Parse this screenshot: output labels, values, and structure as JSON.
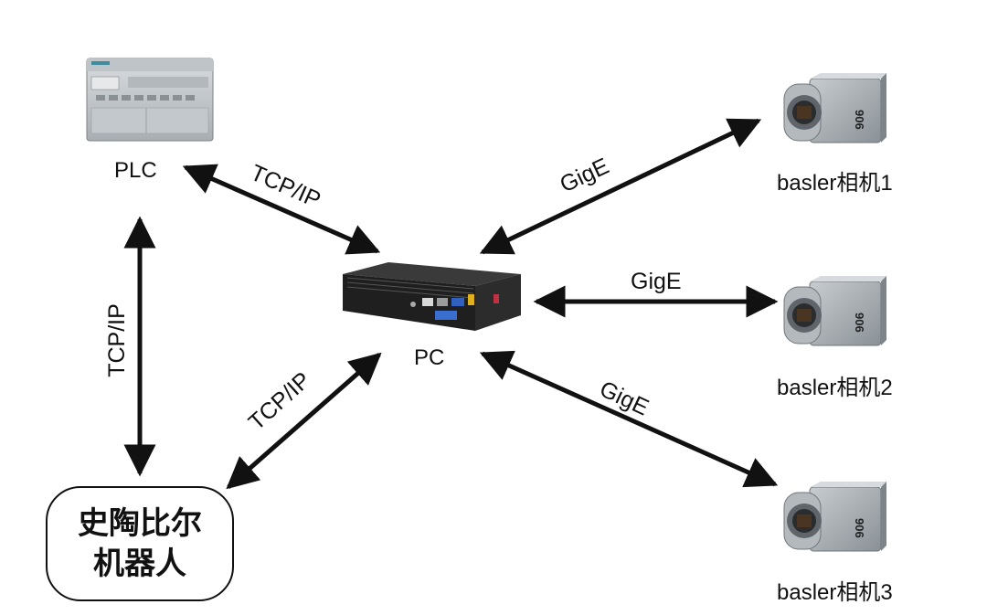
{
  "nodes": {
    "plc": {
      "label": "PLC"
    },
    "pc": {
      "label": "PC"
    },
    "camera1": {
      "label": "basler相机1"
    },
    "camera2": {
      "label": "basler相机2"
    },
    "camera3": {
      "label": "basler相机3"
    },
    "robot": {
      "line1": "史陶比尔",
      "line2": "机器人"
    }
  },
  "links": {
    "plc_pc": "TCP/IP",
    "plc_robot": "TCP/IP",
    "robot_pc": "TCP/IP",
    "pc_camera1": "GigE",
    "pc_camera2": "GigE",
    "pc_camera3": "GigE"
  },
  "icons": {
    "plc": "plc-device-icon",
    "pc": "industrial-pc-icon",
    "camera": "industrial-camera-icon"
  },
  "colors": {
    "arrow": "#111111",
    "device_gray": "#8a9196",
    "plc_body": "#c9cdd1",
    "pc_body": "#2a2a2a"
  }
}
